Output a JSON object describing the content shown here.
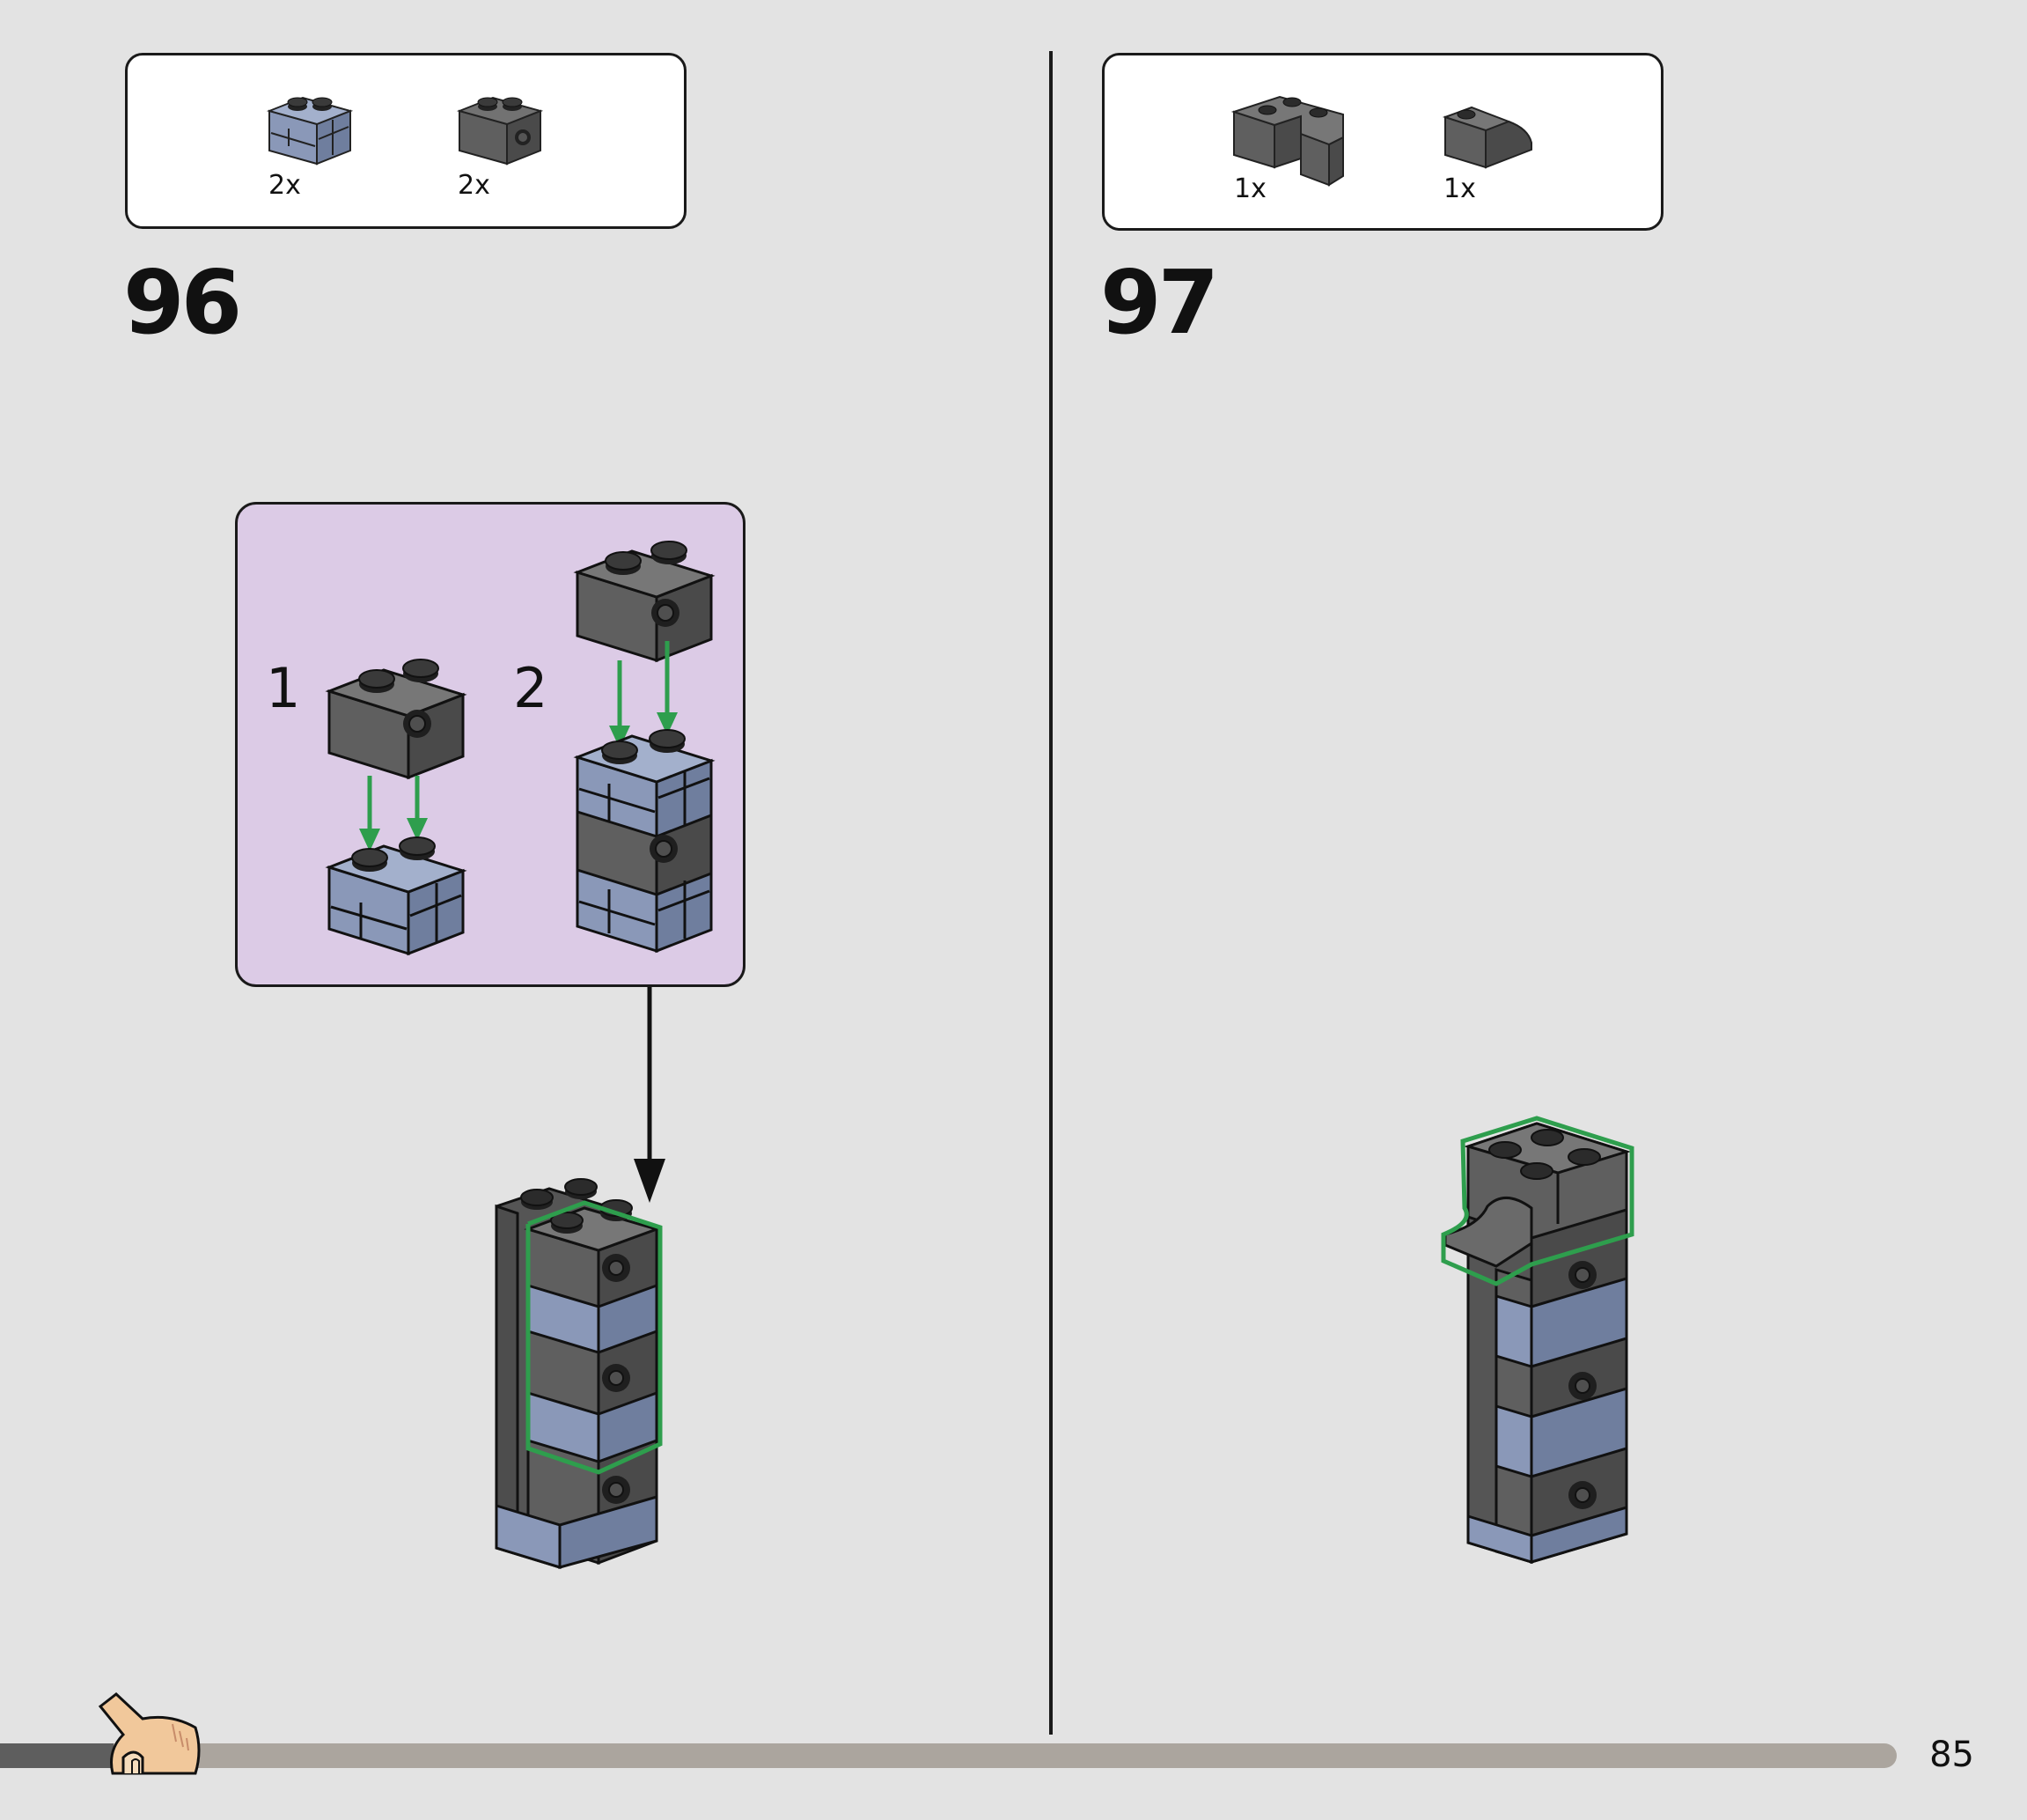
{
  "page_number": "85",
  "progress": 0.06,
  "colors": {
    "background": "#e3e3e3",
    "dark_grey": "#5f5f5f",
    "sand_blue": "#8a98b8",
    "callout_purple": "#dccbe6",
    "highlight_green": "#2e9e4d",
    "progress_track": "#aba59e",
    "progress_fill": "#5e5e5e"
  },
  "steps": [
    {
      "number": "96",
      "parts": [
        {
          "qty": "2x",
          "icon": "sand-blue-masonry-brick-1x2-icon"
        },
        {
          "qty": "2x",
          "icon": "dark-grey-technic-brick-1x2-icon"
        }
      ],
      "substeps": [
        {
          "label": "1"
        },
        {
          "label": "2"
        }
      ]
    },
    {
      "number": "97",
      "parts": [
        {
          "qty": "1x",
          "icon": "dark-grey-corner-brick-2x2-icon"
        },
        {
          "qty": "1x",
          "icon": "dark-grey-curved-slope-icon"
        }
      ]
    }
  ],
  "progress_icon": "camel-toe-bird-icon"
}
